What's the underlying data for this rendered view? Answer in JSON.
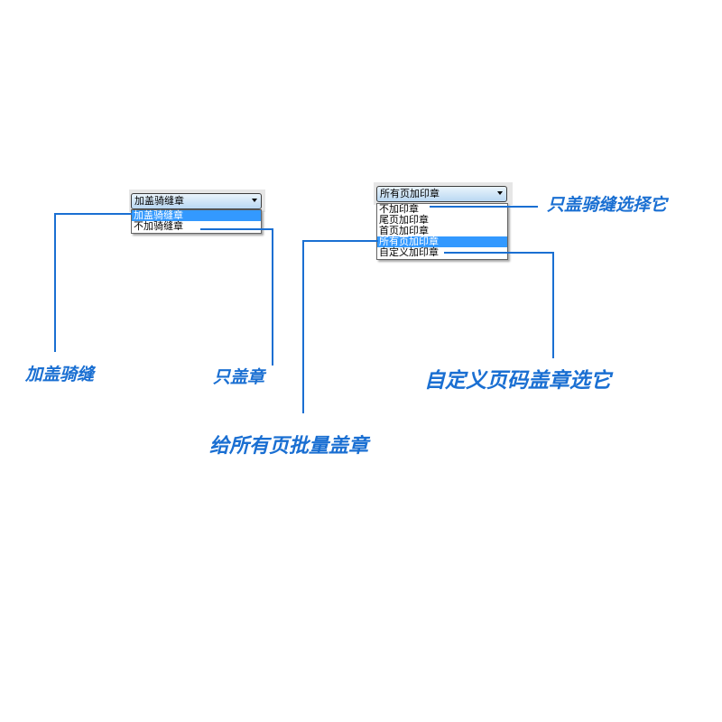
{
  "left_dropdown": {
    "selected": "加盖骑缝章",
    "options": [
      "加盖骑缝章",
      "不加骑缝章"
    ]
  },
  "right_dropdown": {
    "selected": "所有页加印章",
    "options": [
      "不加印章",
      "尾页加印章",
      "首页加印章",
      "所有页加印章",
      "自定义加印章"
    ]
  },
  "annotations": {
    "add_seam_seal": "加盖骑缝",
    "stamp_only": "只盖章",
    "batch_stamp_all": "给所有页批量盖章",
    "stamp_only_choose": "只盖骑缝选择它",
    "custom_page_stamp": "自定义页码盖章选它"
  },
  "colors": {
    "accent": "#1a6fd2",
    "selection": "#3399ff"
  }
}
